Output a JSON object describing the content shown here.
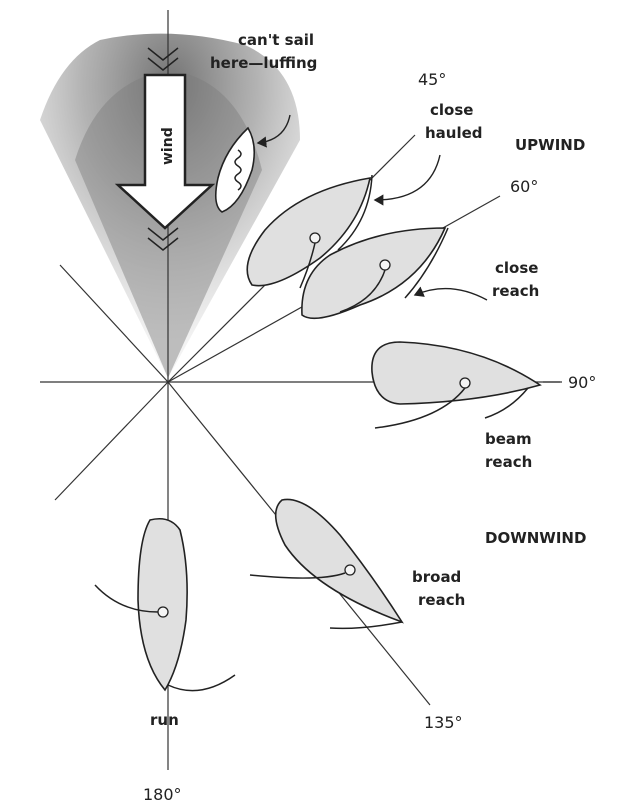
{
  "labels": {
    "wind": "wind",
    "cant_sail_1": "can't sail",
    "cant_sail_2": "here—luffing",
    "close_hauled_1": "close",
    "close_hauled_2": "hauled",
    "upwind": "UPWIND",
    "close_reach_1": "close",
    "close_reach_2": "reach",
    "beam_reach_1": "beam",
    "beam_reach_2": "reach",
    "downwind": "DOWNWIND",
    "broad_reach_1": "broad",
    "broad_reach_2": "reach",
    "run": "run"
  },
  "angles": {
    "a45": "45°",
    "a60": "60°",
    "a90": "90°",
    "a135": "135°",
    "a180": "180°"
  },
  "colors": {
    "hull_fill": "#e0e0e0",
    "no_go_shade": "#9a9a9a",
    "ink": "#222222"
  }
}
